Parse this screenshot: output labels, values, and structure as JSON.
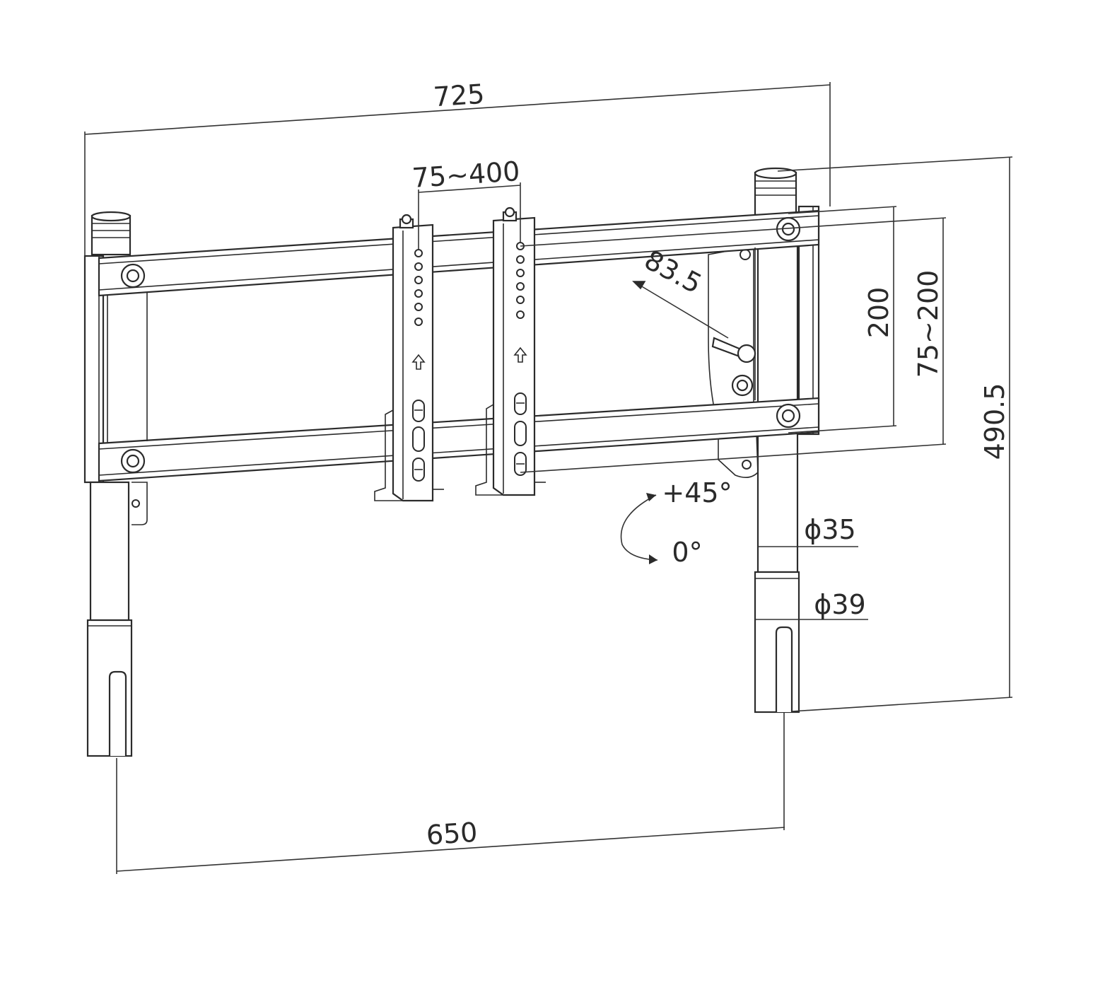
{
  "diagram": {
    "stroke_color": "#2b2b2b",
    "background": "#ffffff",
    "dimensions": {
      "overall_width": "725",
      "vesa_horizontal": "75~400",
      "tilt_radius": "83.5",
      "rail_spacing": "200",
      "vesa_vertical": "75~200",
      "overall_height": "490.5",
      "tilt_max": "+45°",
      "tilt_min": "0°",
      "pole_diameter_upper": "ϕ35",
      "pole_diameter_lower": "ϕ39",
      "pole_spacing": "650"
    }
  }
}
